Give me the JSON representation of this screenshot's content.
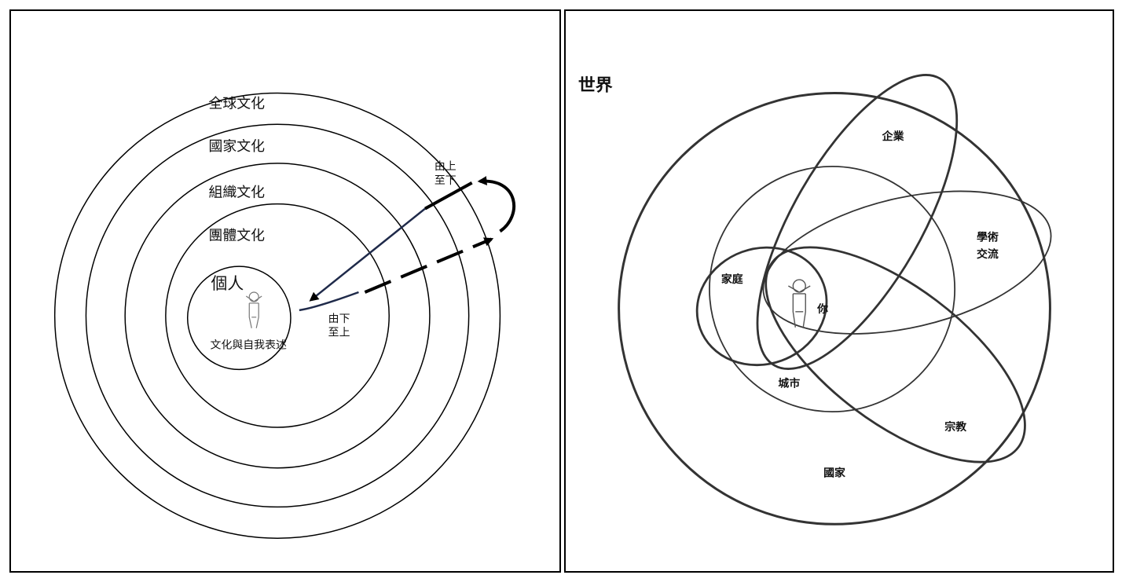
{
  "left_diagram": {
    "rings": {
      "global": "全球文化",
      "national": "國家文化",
      "organizational": "組織文化",
      "group": "團體文化",
      "individual": "個人"
    },
    "center_caption": "文化與自我表述",
    "top_down": {
      "line1": "由上",
      "line2": "至下"
    },
    "bottom_up": {
      "line1": "由下",
      "line2": "至上"
    }
  },
  "right_diagram": {
    "title": "世界",
    "labels": {
      "enterprise": "企業",
      "academic_line1": "學術",
      "academic_line2": "交流",
      "family": "家庭",
      "you": "你",
      "city": "城市",
      "religion": "宗教",
      "nation": "國家"
    }
  }
}
